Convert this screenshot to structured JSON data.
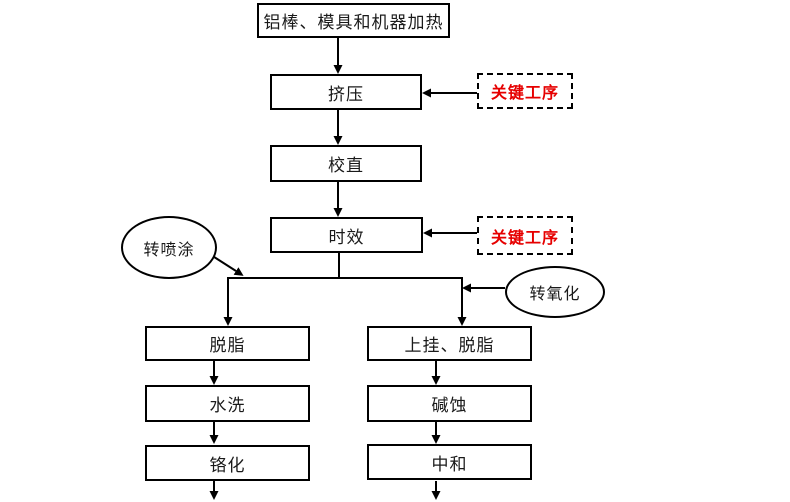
{
  "diagram": {
    "title": "aluminum-extrusion-process-flowchart",
    "nodes": {
      "heat": "铝棒、模具和机器加热",
      "extrude": "挤压",
      "straighten": "校直",
      "aging": "时效",
      "degrease": "脱脂",
      "wash": "水洗",
      "chromate": "铬化",
      "hang_degrease": "上挂、脱脂",
      "alkali_etch": "碱蚀",
      "neutralize": "中和"
    },
    "callouts": {
      "key_process_1": "关键工序",
      "key_process_2": "关键工序"
    },
    "branch_labels": {
      "to_spray": "转喷涂",
      "to_oxidation": "转氧化"
    },
    "colors": {
      "key_process_text": "#e60000",
      "line": "#000000",
      "node_background": "#ffffff"
    }
  }
}
